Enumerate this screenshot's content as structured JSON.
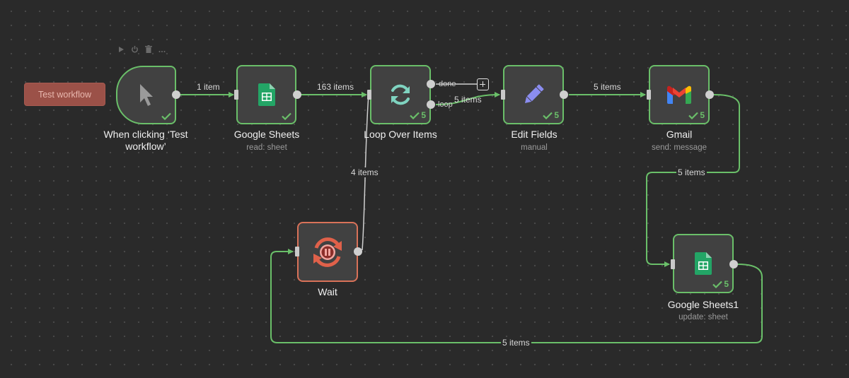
{
  "canvas": {
    "test_button_label": "Test workflow"
  },
  "nodes": {
    "trigger": {
      "title": "When clicking ‘Test workflow’",
      "status": "success",
      "icon": "pointer-icon"
    },
    "sheets": {
      "title": "Google Sheets",
      "subtitle": "read: sheet",
      "status": "success",
      "icon": "google-sheets-icon"
    },
    "loop": {
      "title": "Loop Over Items",
      "count": "5",
      "icon": "refresh-icon",
      "output_done": "done",
      "output_loop": "loop"
    },
    "edit": {
      "title": "Edit Fields",
      "subtitle": "manual",
      "count": "5",
      "icon": "pencil-icon"
    },
    "gmail": {
      "title": "Gmail",
      "subtitle": "send: message",
      "count": "5",
      "icon": "gmail-icon"
    },
    "sheets1": {
      "title": "Google Sheets1",
      "subtitle": "update: sheet",
      "count": "5",
      "icon": "google-sheets-icon"
    },
    "wait": {
      "title": "Wait",
      "icon": "pause-icon"
    }
  },
  "edges": {
    "trigger_sheets": "1 item",
    "sheets_loop": "163 items",
    "loop_edit": "5 items",
    "edit_gmail": "5 items",
    "gmail_sheets1": "5 items",
    "wait_loop": "4 items",
    "sheets1_wait": "5 items"
  },
  "colors": {
    "canvas": "#2a2a2a",
    "node_fill": "#414141",
    "success_green": "#6abf69",
    "wait_orange": "#d97259",
    "test_button": "#9b5148"
  }
}
